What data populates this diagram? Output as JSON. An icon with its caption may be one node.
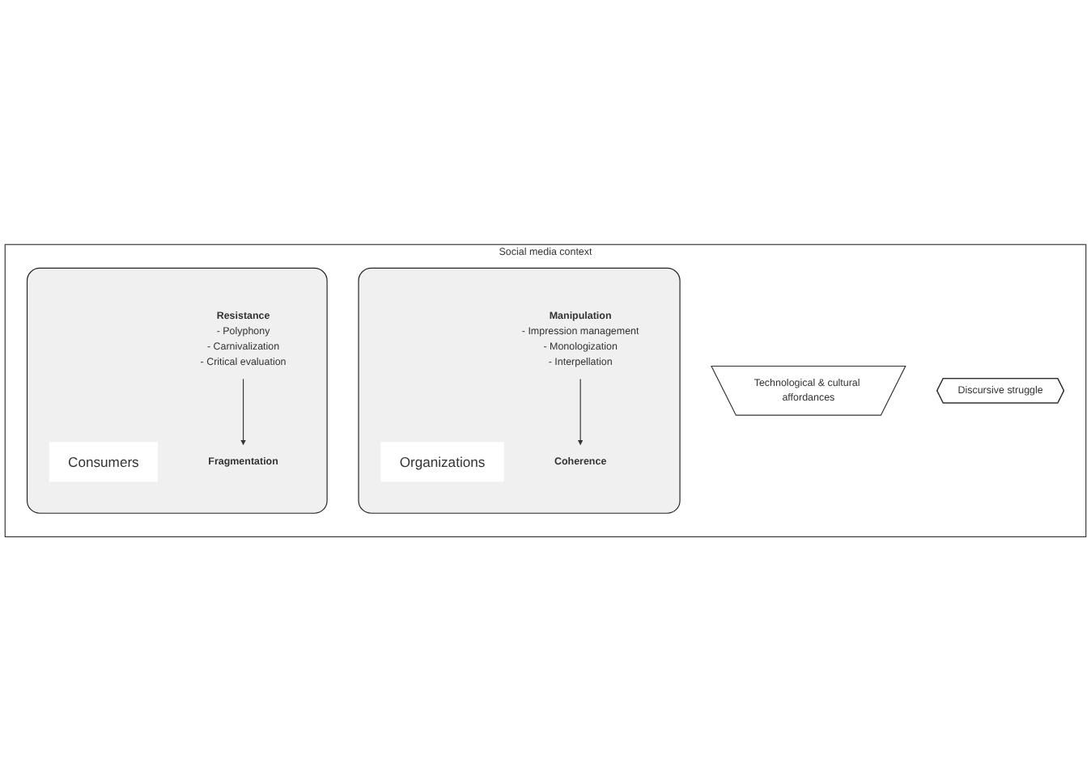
{
  "diagram": {
    "nodes": [
      {
        "text": [
          "Social media context"
        ]
      },
      {
        "text": [
          "Technological & cultural affordances"
        ],
        "in": 0
      },
      {
        "text": [],
        "shape": "box",
        "in": 0
      },
      {
        "text": [
          "Organizations"
        ],
        "in": 2
      },
      {
        "text": [
          "Manipulation",
          "- Impression management",
          "- Monologization",
          "- Interpellation"
        ],
        "in": 2
      },
      {
        "text": [
          "Coherence"
        ],
        "in": 2
      },
      {
        "text": [
          "Discursive struggle"
        ],
        "in": 0
      },
      {
        "text": [],
        "shape": "box",
        "in": 0
      },
      {
        "text": [
          "Consumers"
        ],
        "in": 7
      },
      {
        "text": [
          "Resistance",
          "- Polyphony",
          "- Carnivalization",
          "- Critical evaluation"
        ],
        "in": 7
      },
      {
        "text": [
          "Fragmentation"
        ],
        "in": 7
      }
    ],
    "edges": [
      {
        "from": 4,
        "to": 5,
        "arrow": "to"
      },
      {
        "from": 9,
        "to": 10,
        "arrow": "to"
      }
    ]
  }
}
